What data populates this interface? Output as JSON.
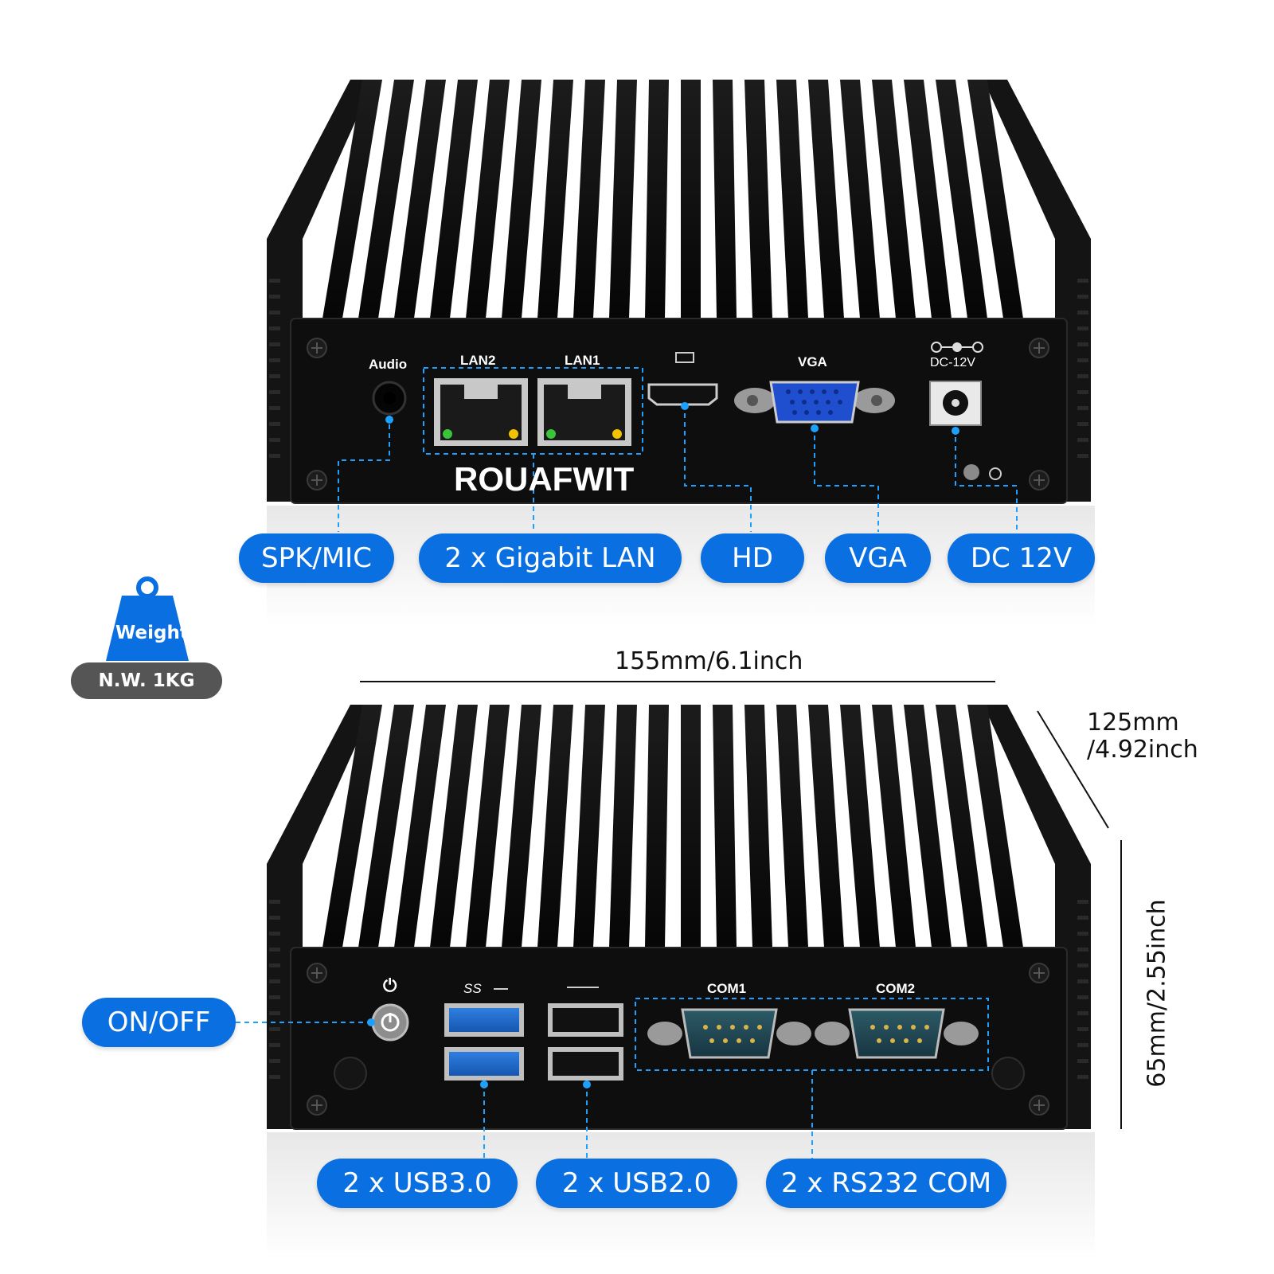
{
  "weight": {
    "label": "Weight",
    "value": "N.W. 1KG"
  },
  "dimensions": {
    "width": "155mm/6.1inch",
    "depth_line1": "125mm",
    "depth_line2": "/4.92inch",
    "height": "65mm/2.55inch"
  },
  "front_panel": {
    "brand": "ROUAFWIT",
    "port_labels": {
      "audio": "Audio",
      "lan2": "LAN2",
      "lan1": "LAN1",
      "vga": "VGA",
      "dc": "DC-12V"
    },
    "callouts": {
      "spk_mic": "SPK/MIC",
      "lan": "2 x Gigabit LAN",
      "hd": "HD",
      "vga": "VGA",
      "dc": "DC 12V"
    }
  },
  "rear_panel": {
    "port_labels": {
      "com1": "COM1",
      "com2": "COM2",
      "usb3": "SS",
      "power": "⏻"
    },
    "callouts": {
      "on_off": "ON/OFF",
      "usb3": "2 x USB3.0",
      "usb2": "2 x USB2.0",
      "com": "2 x RS232 COM"
    }
  },
  "colors": {
    "accent": "#0a6fe0",
    "chassis": "#111111",
    "badge": "#555555"
  }
}
